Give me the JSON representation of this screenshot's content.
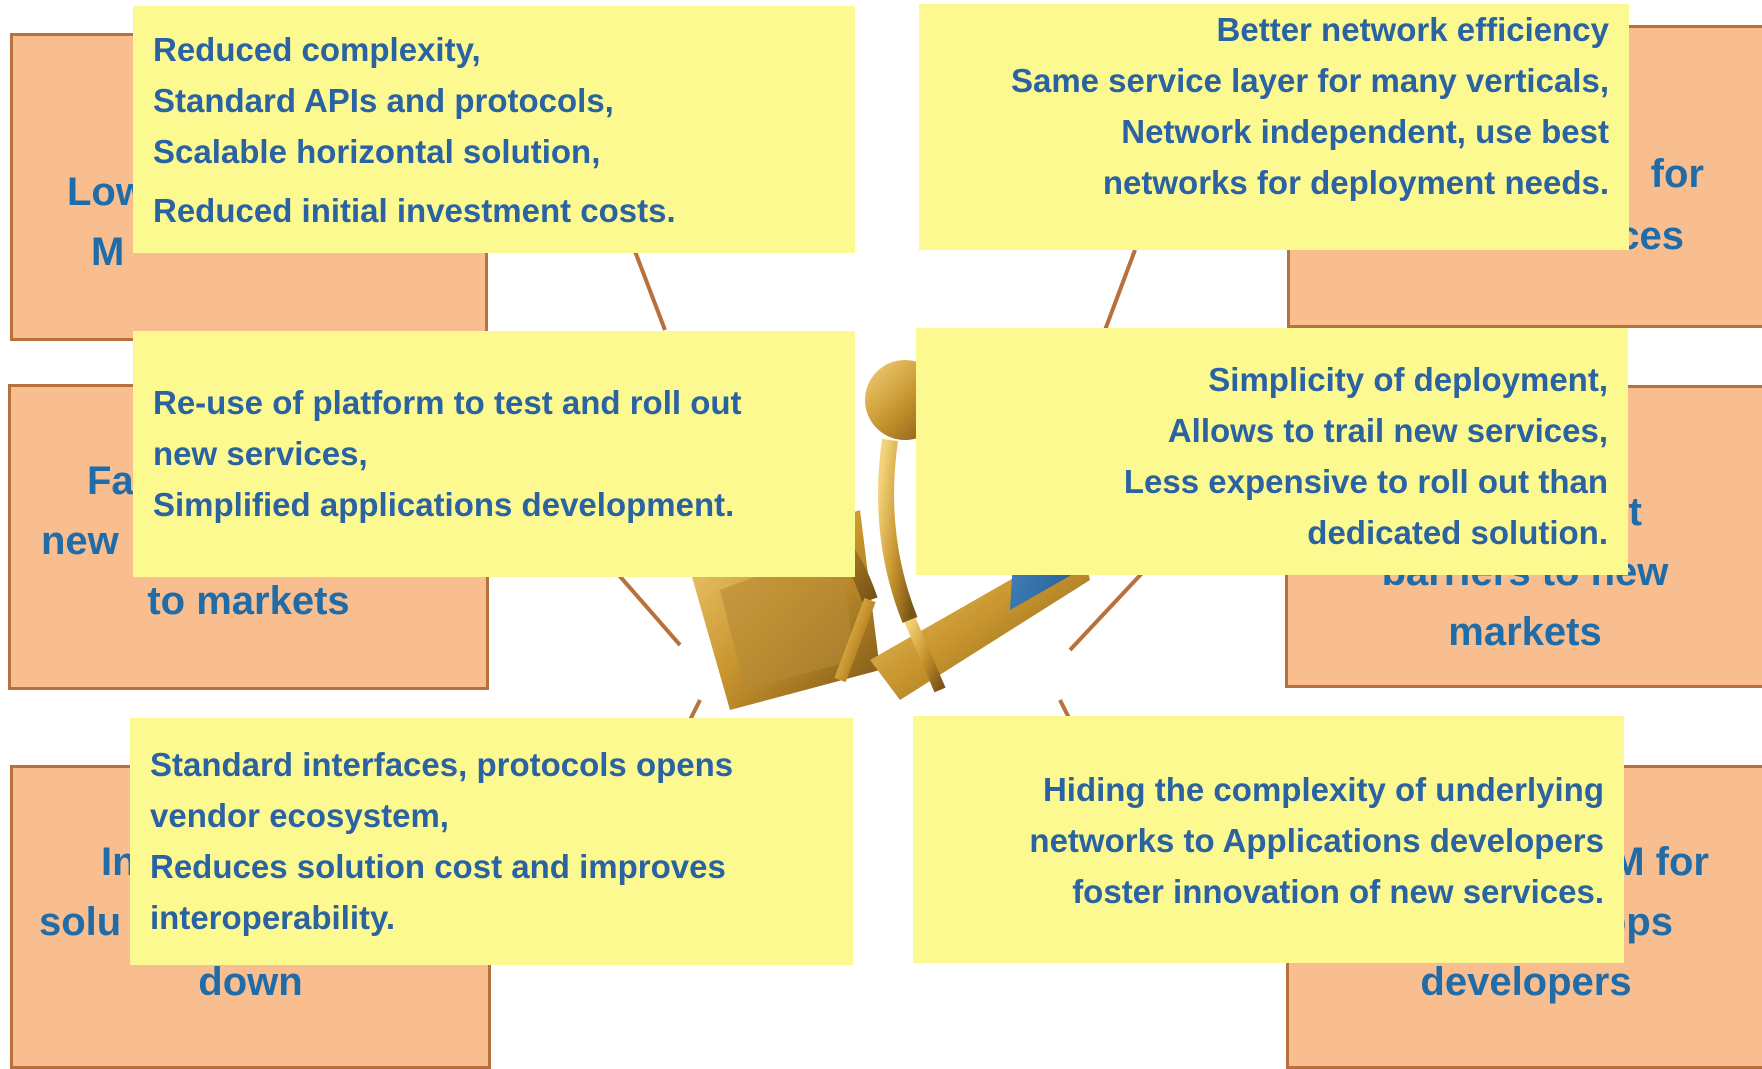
{
  "colors": {
    "orange_fill": "#f9be8f",
    "orange_border": "#b8703c",
    "yellow_fill": "#fbf990",
    "heading_blue": "#1f6ca8",
    "callout_blue": "#2a62a2",
    "connector": "#b8703c",
    "gold": "#c8952e"
  },
  "background_boxes": {
    "top_left": {
      "lines": [
        "Low",
        "M"
      ]
    },
    "top_right": {
      "lines": [
        "for",
        "ces"
      ]
    },
    "mid_left": {
      "lines": [
        "Fa",
        "new",
        "to markets"
      ]
    },
    "mid_right": {
      "lines": [
        "t",
        "barriers to new",
        "markets"
      ]
    },
    "bottom_left": {
      "lines": [
        "In",
        "solu",
        "down"
      ]
    },
    "bottom_right": {
      "lines": [
        "M for",
        "pps",
        "developers"
      ]
    }
  },
  "callouts": {
    "top_left": {
      "lines": [
        "Reduced complexity,",
        "Standard APIs and protocols,",
        "Scalable horizontal solution,",
        "Reduced initial investment costs."
      ]
    },
    "top_right": {
      "lines": [
        "Better network efficiency",
        "Same service layer for many verticals,",
        "Network independent, use best",
        "networks for deployment needs."
      ]
    },
    "mid_left": {
      "lines": [
        "Re-use of platform to test and roll out",
        "new services,",
        "Simplified  applications development."
      ]
    },
    "mid_right": {
      "lines": [
        "Simplicity of deployment,",
        "Allows to trail new services,",
        "Less expensive to roll out than",
        "dedicated solution."
      ]
    },
    "bottom_left": {
      "lines": [
        "Standard interfaces, protocols opens",
        "vendor ecosystem,",
        "Reduces solution cost and improves",
        "interoperability."
      ]
    },
    "bottom_right": {
      "lines": [
        "Hiding the complexity of underlying",
        "networks to Applications developers",
        "foster innovation of new services."
      ]
    }
  },
  "illustration": {
    "icon": "gold-figures-with-laptops-icon"
  }
}
